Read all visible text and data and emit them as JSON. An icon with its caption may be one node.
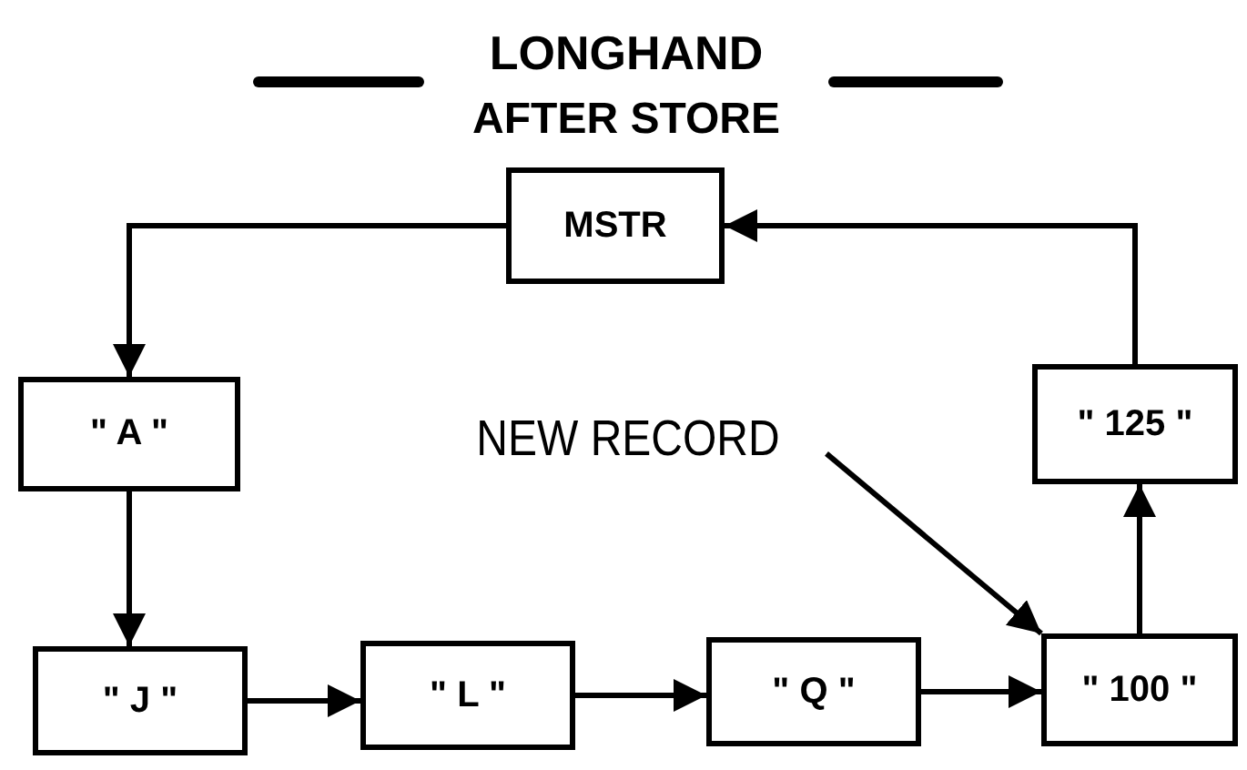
{
  "diagram": {
    "title": "LONGHAND",
    "nodes": [
      {
        "text": [
          "MSTR"
        ]
      },
      {
        "text": [
          "\" A \""
        ]
      },
      {
        "text": [
          "\" J \""
        ]
      },
      {
        "text": [
          "\" L \""
        ]
      },
      {
        "text": [
          "\" Q \""
        ]
      },
      {
        "text": [
          "\" 100 \""
        ]
      },
      {
        "text": [
          "\" 125 \""
        ]
      },
      {
        "text": [
          "NEW RECORD"
        ]
      }
    ],
    "edges": [
      {
        "from": 0,
        "to": 1,
        "arrow": "to"
      },
      {
        "from": 1,
        "to": 2,
        "arrow": "to"
      },
      {
        "from": 2,
        "to": 3,
        "arrow": "to"
      },
      {
        "from": 3,
        "to": 4,
        "arrow": "to"
      },
      {
        "from": 4,
        "to": 5,
        "arrow": "to"
      },
      {
        "from": 5,
        "to": 6,
        "arrow": "to"
      },
      {
        "from": 6,
        "to": 0,
        "arrow": "to"
      },
      {
        "from": 7,
        "to": 5,
        "arrow": "to"
      }
    ],
    "labels": [
      "AFTER STORE"
    ]
  }
}
